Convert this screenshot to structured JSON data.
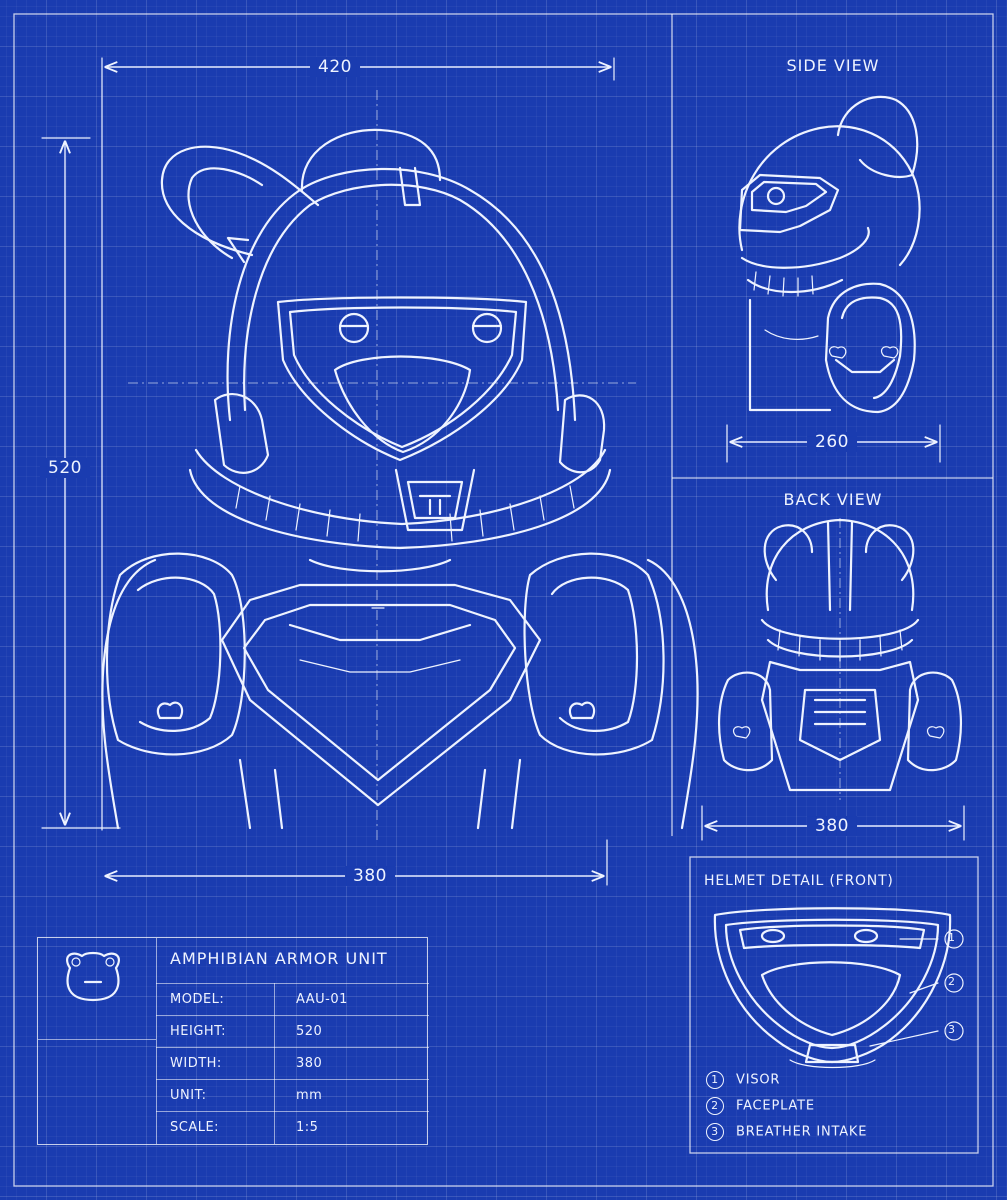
{
  "main_view": {
    "dim_top": "420",
    "dim_left": "520",
    "dim_bottom": "380"
  },
  "side_view": {
    "title": "SIDE VIEW",
    "dim": "260"
  },
  "back_view": {
    "title": "BACK VIEW",
    "dim": "380"
  },
  "helmet_detail": {
    "title": "HELMET DETAIL (FRONT)",
    "callouts": [
      {
        "num": "1",
        "label": "VISOR"
      },
      {
        "num": "2",
        "label": "FACEPLATE"
      },
      {
        "num": "3",
        "label": "BREATHER INTAKE"
      }
    ]
  },
  "title_block": {
    "icon": "frog-face-icon",
    "name": "AMPHIBIAN ARMOR UNIT",
    "rows": [
      {
        "label": "MODEL:",
        "value": "AAU-01"
      },
      {
        "label": "HEIGHT:",
        "value": "520"
      },
      {
        "label": "WIDTH:",
        "value": "380"
      },
      {
        "label": "UNIT:",
        "value": "mm"
      },
      {
        "label": "SCALE:",
        "value": "1:5"
      }
    ]
  },
  "colors": {
    "paper": "#1a3cb0",
    "ink": "#eef3ff"
  }
}
